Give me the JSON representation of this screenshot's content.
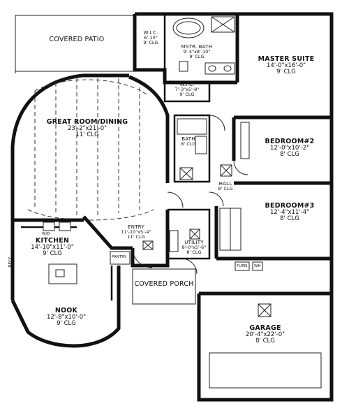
{
  "rooms": {
    "covered_patio": {
      "name": "COVERED PATIO"
    },
    "wic_1": {
      "name": "W.I.C.",
      "dims": "6'-10\"",
      "ceiling": "9' CLG"
    },
    "master_bath": {
      "name": "MSTR. BATH",
      "dims": "9'-4\"x8'-10\"",
      "ceiling": "9' CLG"
    },
    "master_suite": {
      "name": "MASTER SUITE",
      "dims": "14'-0\"x16'-0\"",
      "ceiling": "9' CLG"
    },
    "wic_2": {
      "name": "W.I.C.",
      "dims": "7'-3\"x5'-8\"",
      "ceiling": "9' CLG"
    },
    "great_room": {
      "name": "GREAT ROOM/DINING",
      "dims": "23'-2\"x21'-0\"",
      "ceiling": "11' CLG"
    },
    "bath_2": {
      "name": "BATH",
      "ceiling": "8' CLG"
    },
    "bedroom_2": {
      "name": "BEDROOM#2",
      "dims": "12'-0\"x10'-2\"",
      "ceiling": "8' CLG"
    },
    "hall": {
      "name": "HALL",
      "ceiling": "8' CLG"
    },
    "bedroom_3": {
      "name": "BEDROOM#3",
      "dims": "12'-4\"x11'-4\"",
      "ceiling": "8' CLG"
    },
    "kitchen": {
      "name": "KITCHEN",
      "dims": "14'-10\"x11'-0\"",
      "ceiling": "9' CLG"
    },
    "entry": {
      "name": "ENTRY",
      "dims": "11'-10\"x5'-4\"",
      "ceiling": "11' CLG"
    },
    "utility": {
      "name": "UTILITY",
      "dims": "8'-0\"x5'-6\"",
      "ceiling": "8' CLG"
    },
    "nook": {
      "name": "NOOK",
      "dims": "12'-8\"x10'-0\"",
      "ceiling": "9' CLG"
    },
    "covered_porch": {
      "name": "COVERED PORCH"
    },
    "garage": {
      "name": "GARAGE",
      "dims": "20'-4\"x22'-0\"",
      "ceiling": "8' CLG"
    }
  },
  "fixtures": {
    "wd": "W/D",
    "furn": "FURN",
    "wh": "WH",
    "pantry": "PANTRY",
    "recycle": "RECY"
  }
}
